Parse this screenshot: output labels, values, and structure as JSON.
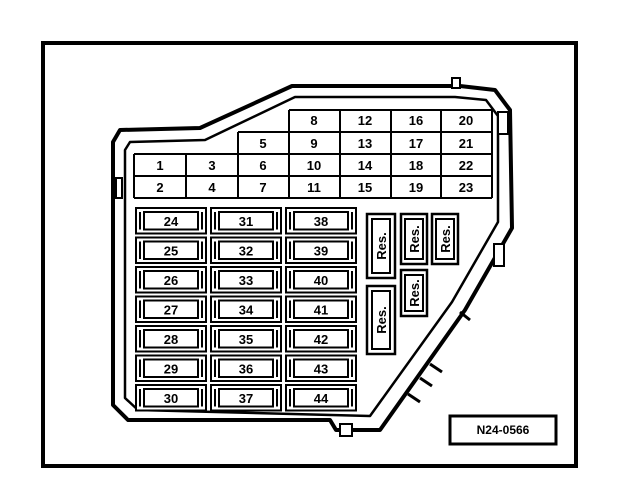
{
  "relay_top_labels": [
    "8",
    "12",
    "16",
    "20"
  ],
  "fuses_top_block": [
    {
      "label": "1"
    },
    {
      "label": "2"
    },
    {
      "label": "3"
    },
    {
      "label": "4"
    },
    {
      "label": "5"
    },
    {
      "label": "6"
    },
    {
      "label": "7"
    },
    {
      "label": "9"
    },
    {
      "label": "10"
    },
    {
      "label": "11"
    },
    {
      "label": "13"
    },
    {
      "label": "14"
    },
    {
      "label": "15"
    },
    {
      "label": "17"
    },
    {
      "label": "18"
    },
    {
      "label": "19"
    },
    {
      "label": "21"
    },
    {
      "label": "22"
    },
    {
      "label": "23"
    }
  ],
  "fuses_lower_block": [
    "24",
    "25",
    "26",
    "27",
    "28",
    "29",
    "30",
    "31",
    "32",
    "33",
    "34",
    "35",
    "36",
    "37",
    "38",
    "39",
    "40",
    "41",
    "42",
    "43",
    "44"
  ],
  "reserve_labels": [
    "Res.",
    "Res.",
    "Res.",
    "Res.",
    "Res."
  ],
  "reference_code": "N24-0566"
}
